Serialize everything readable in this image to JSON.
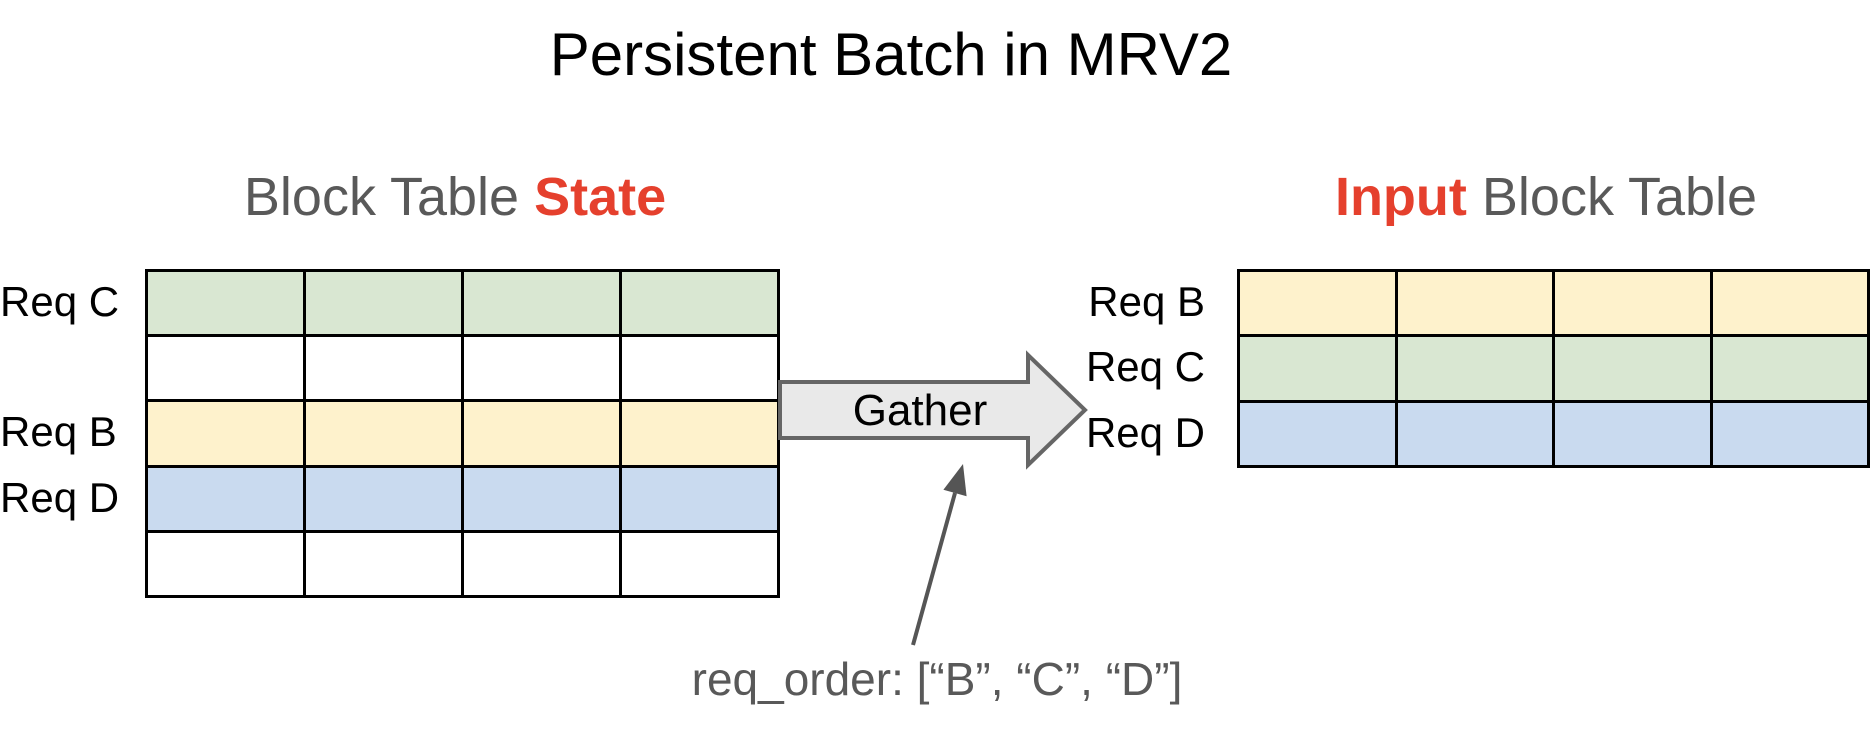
{
  "title": "Persistent Batch in MRV2",
  "left_table": {
    "heading": {
      "prefix": "Block Table ",
      "highlight": "State"
    },
    "columns": 4,
    "rows": [
      {
        "label": "Req C",
        "color_key": "green"
      },
      {
        "label": "",
        "color_key": "white"
      },
      {
        "label": "Req B",
        "color_key": "yellow"
      },
      {
        "label": "Req D",
        "color_key": "blue"
      },
      {
        "label": "",
        "color_key": "white"
      }
    ]
  },
  "right_table": {
    "heading": {
      "highlight": "Input",
      "suffix": " Block Table"
    },
    "columns": 4,
    "rows": [
      {
        "label": "Req B",
        "color_key": "yellow"
      },
      {
        "label": "Req C",
        "color_key": "green"
      },
      {
        "label": "Req D",
        "color_key": "blue"
      }
    ]
  },
  "gather_arrow": {
    "label": "Gather"
  },
  "annotation": {
    "text": "req_order: [“B”, “C”, “D”]"
  },
  "colors": {
    "green": "#d9e7d2",
    "yellow": "#fef2cc",
    "blue": "#c9daef",
    "white": "#ffffff",
    "highlight_red": "#e5402d",
    "heading_gray": "#595959",
    "label_black": "#000000",
    "cell_border": "#000000",
    "arrow_fill": "#e9e9e9",
    "arrow_stroke": "#666666",
    "pointer_gray": "#555555"
  }
}
